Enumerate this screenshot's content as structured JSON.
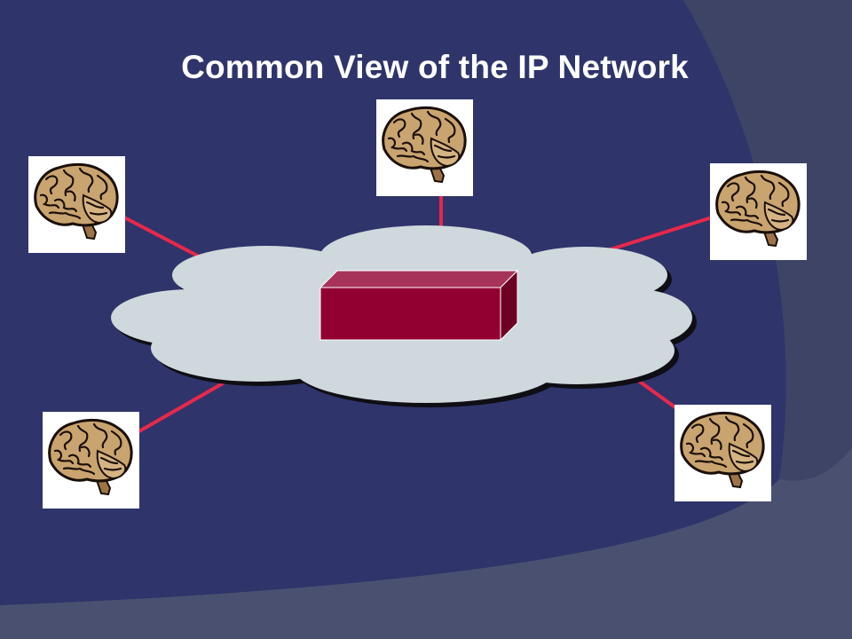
{
  "slide": {
    "title": "Common View of the IP Network"
  },
  "colors": {
    "background_main": "#2f346b",
    "background_swoosh": "#48506a",
    "link_line": "#e8284c",
    "cloud_fill": "#cfd8dc",
    "cloud_shadow": "#0e0e14",
    "router_front": "#920032",
    "router_top": "#a8335a",
    "router_side": "#6e0024",
    "brain_fill": "#c9a46f",
    "brain_outline": "#1a0f08"
  },
  "diagram": {
    "nodes": [
      {
        "id": "brain-top",
        "icon": "brain-icon"
      },
      {
        "id": "brain-upper-left",
        "icon": "brain-icon"
      },
      {
        "id": "brain-upper-right",
        "icon": "brain-icon"
      },
      {
        "id": "brain-lower-left",
        "icon": "brain-icon"
      },
      {
        "id": "brain-lower-right",
        "icon": "brain-icon"
      }
    ],
    "center": {
      "id": "network-cloud",
      "icon": "cloud-icon",
      "contains": "router-box"
    }
  }
}
